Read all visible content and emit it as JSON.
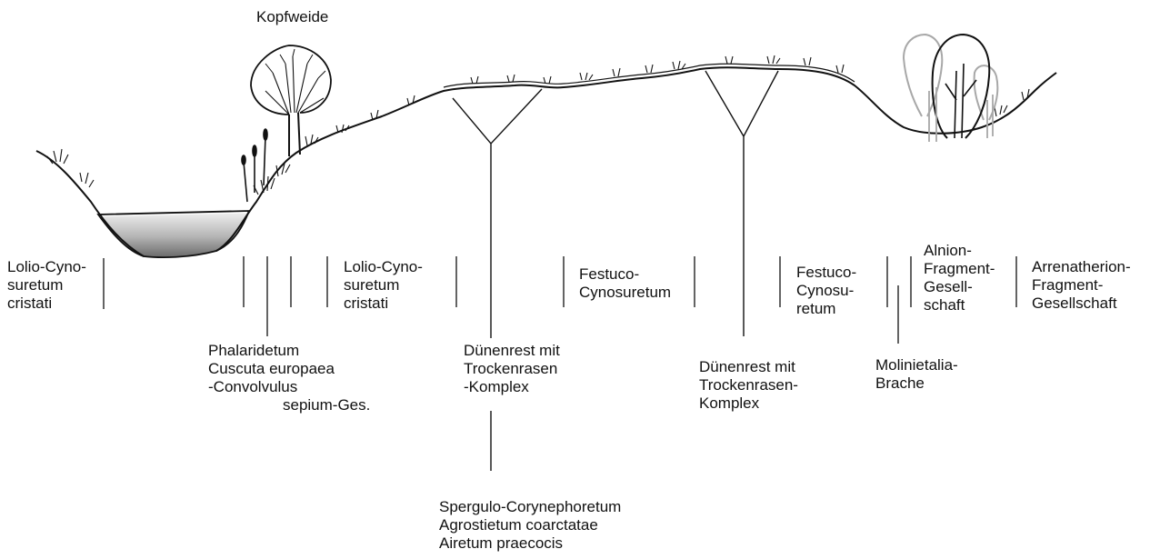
{
  "title": "Kopfweide",
  "labels": {
    "lolio_left": [
      "Lolio-Cyno-",
      "suretum",
      "cristati"
    ],
    "phalaridetum": [
      "Phalaridetum",
      "Cuscuta europaea",
      "-Convolvulus",
      "sepium-Ges."
    ],
    "lolio_mid": [
      "Lolio-Cyno-",
      "suretum",
      "cristati"
    ],
    "dune_left": [
      "Dünenrest mit",
      "Trockenrasen",
      "-Komplex"
    ],
    "spergulo": [
      "Spergulo-Corynephoretum",
      "Agrostietum coarctatae",
      "Airetum praecocis"
    ],
    "festuco_mid": [
      "Festuco-",
      "Cynosuretum"
    ],
    "dune_right": [
      "Dünenrest mit",
      "Trockenrasen-",
      "Komplex"
    ],
    "festuco_right": [
      "Festuco-",
      "Cynosu-",
      "retum"
    ],
    "molinietalia": [
      "Molinietalia-",
      "Brache"
    ],
    "alnion": [
      "Alnion-",
      "Fragment-",
      "Gesell-",
      "schaft"
    ],
    "arrenatherion": [
      "Arrenatherion-",
      "Fragment-",
      "Gesellschaft"
    ]
  },
  "colors": {
    "ink": "#111111",
    "tree_grey": "#a8a8a8",
    "water_dark": "#6f6f6f",
    "water_light": "#eeeeee"
  }
}
